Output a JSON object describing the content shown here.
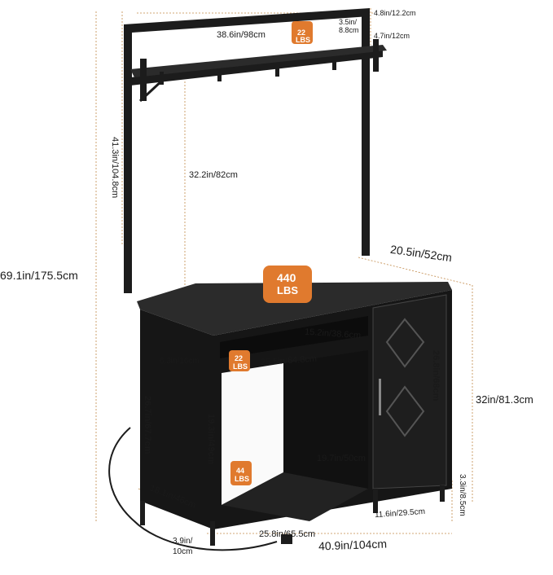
{
  "colors": {
    "frame": "#1c1c1c",
    "wood_top": "#2b2b2b",
    "wood_dark": "#141414",
    "badge": "#e07a2e",
    "dim_line": "#c28a4a",
    "text": "#1a1a1a"
  },
  "icons": [
    "weight-badge-icon",
    "power-cord-icon",
    "door-handle-icon",
    "hook-icon"
  ],
  "dims": {
    "top_depth_1": "4.8in/12.2cm",
    "shelf_width": "38.6in/98cm",
    "shelf_gap_in": "3.5in/",
    "shelf_gap_cm": "8.8cm",
    "shelf_depth": "4.7in/12cm",
    "hutch_height": "41.3in/104.8cm",
    "post_height": "32.2in/82cm",
    "total_height": "69.1in/175.5cm",
    "depth": "20.5in/52cm",
    "cubby_depth": "15.2in/38.6cm",
    "cubby_height": "6.3in/16cm",
    "cubby_width": "25.5in/64.8cm",
    "door_height": "26.8in/68cm",
    "cabinet_height": "32in/81.3cm",
    "side_height": "26.7in/67.7cm",
    "open_height": "19.3in/49cm",
    "open_depth": "19.7in/50cm",
    "side_depth": "18.1in/46cm",
    "leg_height": "3.3in/8.5cm",
    "door_width": "11.6in/29.5cm",
    "foot_height_1": "3.9in/",
    "foot_height_2": "10cm",
    "bottom_width": "25.8in/65.5cm",
    "total_width": "40.9in/104cm"
  },
  "badges": {
    "top_shelf": {
      "num": "22",
      "unit": "LBS"
    },
    "top": {
      "num": "440",
      "unit": "LBS"
    },
    "cubby": {
      "num": "22",
      "unit": "LBS"
    },
    "bottom": {
      "num": "44",
      "unit": "LBS"
    }
  }
}
